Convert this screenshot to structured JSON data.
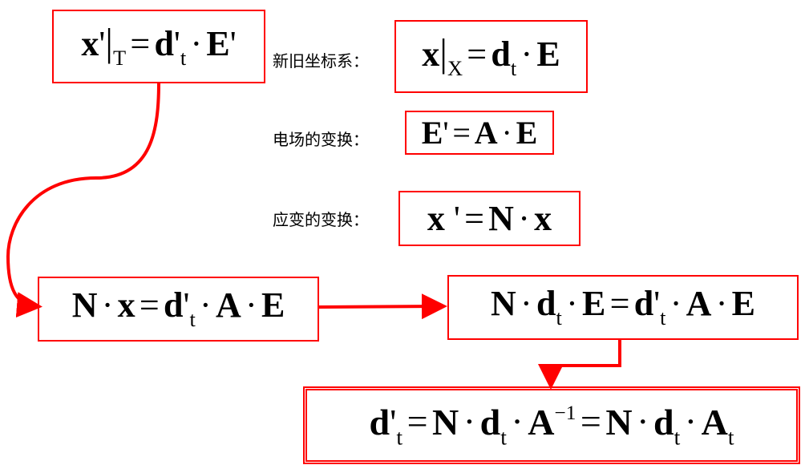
{
  "labels": {
    "coord_systems": "新旧坐标系：",
    "field_transform": "电场的变换：",
    "strain_transform": "应变的变换："
  },
  "equations": {
    "eq_primed": [
      {
        "b": "x"
      },
      {
        "n": "'"
      },
      {
        "bar": "|"
      },
      {
        "sub": "T"
      },
      {
        "op": "="
      },
      {
        "b": "d"
      },
      {
        "n": "'"
      },
      {
        "sub": "t"
      },
      {
        "op": "·"
      },
      {
        "b": "E"
      },
      {
        "n": "'"
      }
    ],
    "eq_original": [
      {
        "b": "x"
      },
      {
        "bar": "|"
      },
      {
        "sub": "X"
      },
      {
        "op": "="
      },
      {
        "b": "d"
      },
      {
        "sub": "t"
      },
      {
        "op": "·"
      },
      {
        "b": "E"
      }
    ],
    "eq_field": [
      {
        "b": "E"
      },
      {
        "n": "'"
      },
      {
        "op": "="
      },
      {
        "b": "A"
      },
      {
        "op": "·"
      },
      {
        "b": "E"
      }
    ],
    "eq_strain": [
      {
        "b": "x"
      },
      {
        "n": " '"
      },
      {
        "op": "="
      },
      {
        "b": "N"
      },
      {
        "op": "·"
      },
      {
        "b": "x"
      }
    ],
    "eq_step1": [
      {
        "b": "N"
      },
      {
        "op": "·"
      },
      {
        "b": "x"
      },
      {
        "op": "="
      },
      {
        "b": "d"
      },
      {
        "n": "'"
      },
      {
        "sub": "t"
      },
      {
        "op": "·"
      },
      {
        "b": "A"
      },
      {
        "op": "·"
      },
      {
        "b": "E"
      }
    ],
    "eq_step2": [
      {
        "b": "N"
      },
      {
        "op": "·"
      },
      {
        "b": "d"
      },
      {
        "sub": "t"
      },
      {
        "op": "·"
      },
      {
        "b": "E"
      },
      {
        "op": "="
      },
      {
        "b": "d"
      },
      {
        "n": "'"
      },
      {
        "sub": "t"
      },
      {
        "op": "·"
      },
      {
        "b": "A"
      },
      {
        "op": "·"
      },
      {
        "b": "E"
      }
    ],
    "eq_result": [
      {
        "b": "d"
      },
      {
        "n": "'"
      },
      {
        "sub": "t"
      },
      {
        "op": "="
      },
      {
        "b": "N"
      },
      {
        "op": "·"
      },
      {
        "b": "d"
      },
      {
        "sub": "t"
      },
      {
        "op": "·"
      },
      {
        "b": "A"
      },
      {
        "sup": "−1"
      },
      {
        "op": "="
      },
      {
        "b": "N"
      },
      {
        "op": "·"
      },
      {
        "b": "d"
      },
      {
        "sub": "t"
      },
      {
        "op": "·"
      },
      {
        "b": "A"
      },
      {
        "sub": "t"
      }
    ]
  },
  "colors": {
    "accent": "#ff0000",
    "text": "#000000"
  }
}
